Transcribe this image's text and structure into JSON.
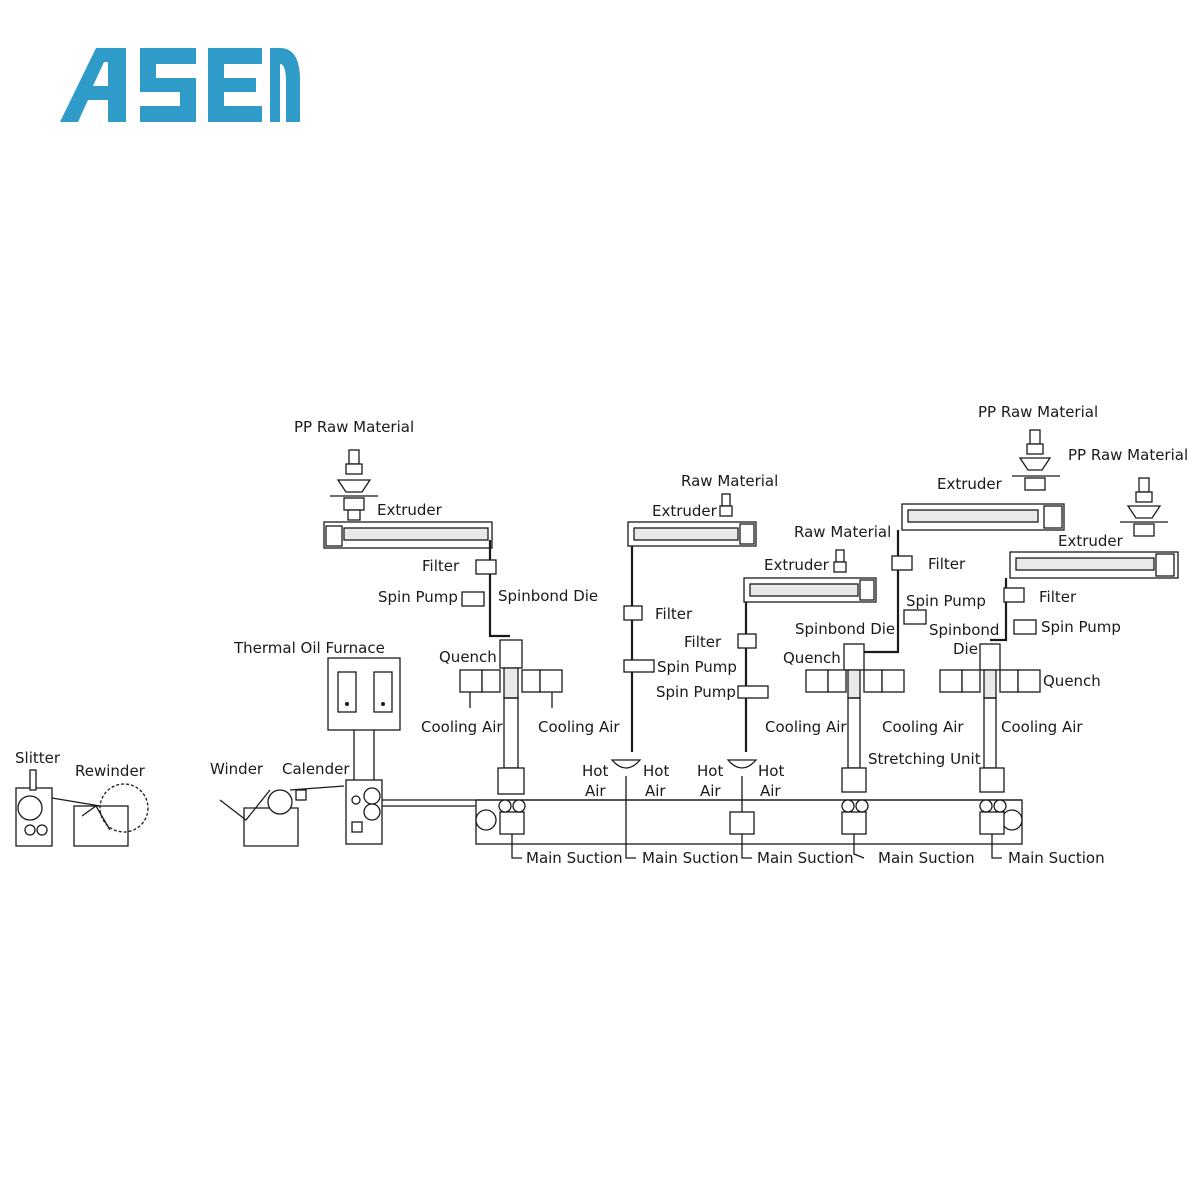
{
  "logo": {
    "text": "ASEN",
    "color": "#2f9bc9"
  },
  "labels": {
    "pp_raw_1": "PP Raw Material",
    "extruder_1": "Extruder",
    "filter_1": "Filter",
    "spin_pump_1": "Spin Pump",
    "spinbond_die_1": "Spinbond Die",
    "quench_1": "Quench",
    "cooling_air_1a": "Cooling Air",
    "cooling_air_1b": "Cooling Air",
    "thermal_oil": "Thermal Oil Furnace",
    "slitter": "Slitter",
    "rewinder": "Rewinder",
    "winder": "Winder",
    "calender": "Calender",
    "raw_2": "Raw Material",
    "extruder_2": "Extruder",
    "filter_2": "Filter",
    "spin_pump_2": "Spin Pump",
    "hot_2a": "Hot",
    "air_2a": "Air",
    "hot_2b": "Hot",
    "air_2b": "Air",
    "raw_3": "Raw Material",
    "extruder_3": "Extruder",
    "filter_3": "Filter",
    "spin_pump_3": "Spin Pump",
    "hot_3a": "Hot",
    "air_3a": "Air",
    "hot_3b": "Hot",
    "air_3b": "Air",
    "pp_raw_4": "PP Raw Material",
    "extruder_4": "Extruder",
    "filter_4": "Filter",
    "spin_pump_4": "Spin Pump",
    "spinbond_die_4": "Spinbond Die",
    "quench_4": "Quench",
    "cooling_air_4a": "Cooling Air",
    "cooling_air_4b": "Cooling Air",
    "stretching_unit": "Stretching Unit",
    "pp_raw_5": "PP Raw Material",
    "extruder_5": "Extruder",
    "filter_5": "Filter",
    "spin_pump_5": "Spin Pump",
    "spinbond_5_line1": "Spinbond",
    "spinbond_5_line2": "Die",
    "quench_5": "Quench",
    "cooling_air_5": "Cooling Air",
    "main_suction_1": "Main Suction",
    "main_suction_2": "Main Suction",
    "main_suction_3": "Main Suction",
    "main_suction_4": "Main Suction",
    "main_suction_5": "Main Suction"
  }
}
